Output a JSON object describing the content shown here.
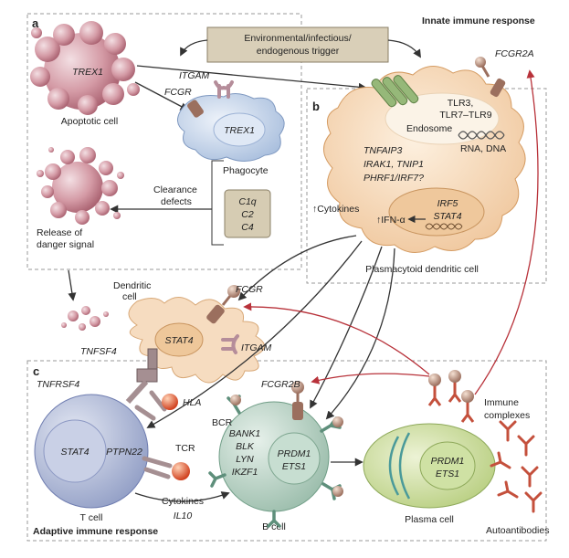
{
  "colors": {
    "apoptotic": "#c98b97",
    "phagocyte": "#b9cde6",
    "pdc": "#f2cfa7",
    "dendritic": "#f6dcc0",
    "tcell": "#a9b3d3",
    "bcell": "#b4d0c3",
    "plasma": "#c9dc95",
    "antibody": "#c4503c",
    "arrow_red": "#b8323a",
    "trigger_box": "#d9cfb8"
  },
  "sections": {
    "a": "a",
    "b": "b",
    "c": "c"
  },
  "headings": {
    "innate": "Innate immune response",
    "adaptive": "Adaptive immune response"
  },
  "trigger": {
    "line1": "Environmental/infectious/",
    "line2": "endogenous trigger"
  },
  "panel_a": {
    "trex1_apoptotic": "TREX1",
    "apoptotic_cell": "Apoptotic cell",
    "itgam": "ITGAM",
    "fcgr": "FCGR",
    "trex1_phagocyte": "TREX1",
    "phagocyte": "Phagocyte",
    "clearance_line1": "Clearance",
    "clearance_line2": "defects",
    "complement": [
      "C1q",
      "C2",
      "C4"
    ],
    "release_line1": "Release of",
    "release_line2": "danger signal"
  },
  "panel_b": {
    "fcgr2a": "FCGR2A",
    "tlr_line1": "TLR3,",
    "tlr_line2": "TLR7–TLR9",
    "endosome": "Endosome",
    "rna_dna": "RNA, DNA",
    "genes": [
      "TNFAIP3",
      "IRAK1, TNIP1",
      "PHRF1/IRF7?"
    ],
    "cytokines": "↑Cytokines",
    "ifn": "↑IFN-α",
    "nucleus_genes": [
      "IRF5",
      "STAT4"
    ],
    "cell_name": "Plasmacytoid dendritic cell"
  },
  "dendritic": {
    "name_line1": "Dendritic",
    "name_line2": "cell",
    "fcgr": "FCGR",
    "stat4": "STAT4",
    "itgam": "ITGAM",
    "tnfsf4": "TNFSF4"
  },
  "panel_c": {
    "tnfrsf4": "TNFRSF4",
    "hla": "HLA",
    "fcgr2b": "FCGR2B",
    "bcr": "BCR",
    "immune_line1": "Immune",
    "immune_line2": "complexes",
    "tcell_stat4": "STAT4",
    "ptpn22": "PTPN22",
    "tcr": "TCR",
    "bcell_genes": [
      "BANK1",
      "BLK",
      "LYN",
      "IKZF1"
    ],
    "bcell_nucleus": [
      "PRDM1",
      "ETS1"
    ],
    "plasma_nucleus": [
      "PRDM1",
      "ETS1"
    ],
    "cytokines": "Cytokines",
    "il10": "IL10",
    "t_cell": "T cell",
    "b_cell": "B cell",
    "plasma_cell": "Plasma cell",
    "autoantibodies": "Autoantibodies"
  }
}
